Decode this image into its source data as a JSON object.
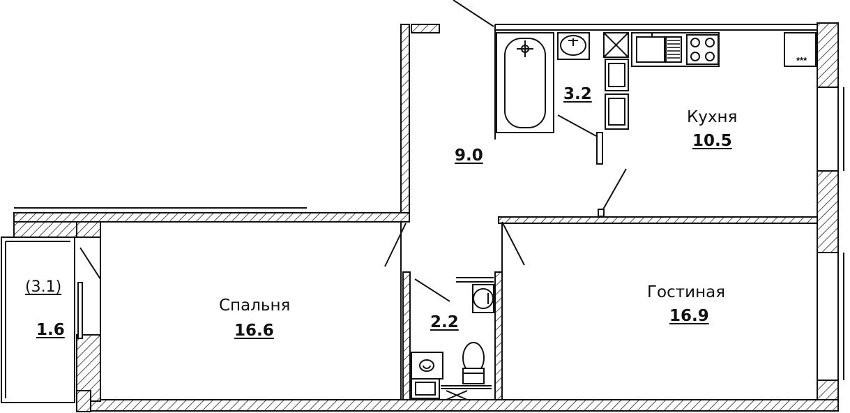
{
  "rooms": {
    "kitchen": {
      "name": "Кухня",
      "area": "10.5"
    },
    "living": {
      "name": "Гостиная",
      "area": "16.9"
    },
    "bedroom": {
      "name": "Спальня",
      "area": "16.6"
    },
    "hall": {
      "area": "9.0"
    },
    "bathroom": {
      "area": "3.2"
    },
    "toilet": {
      "area": "2.2"
    },
    "balcony": {
      "area_total": "(3.1)",
      "area": "1.6"
    }
  },
  "stove_mark": "***"
}
